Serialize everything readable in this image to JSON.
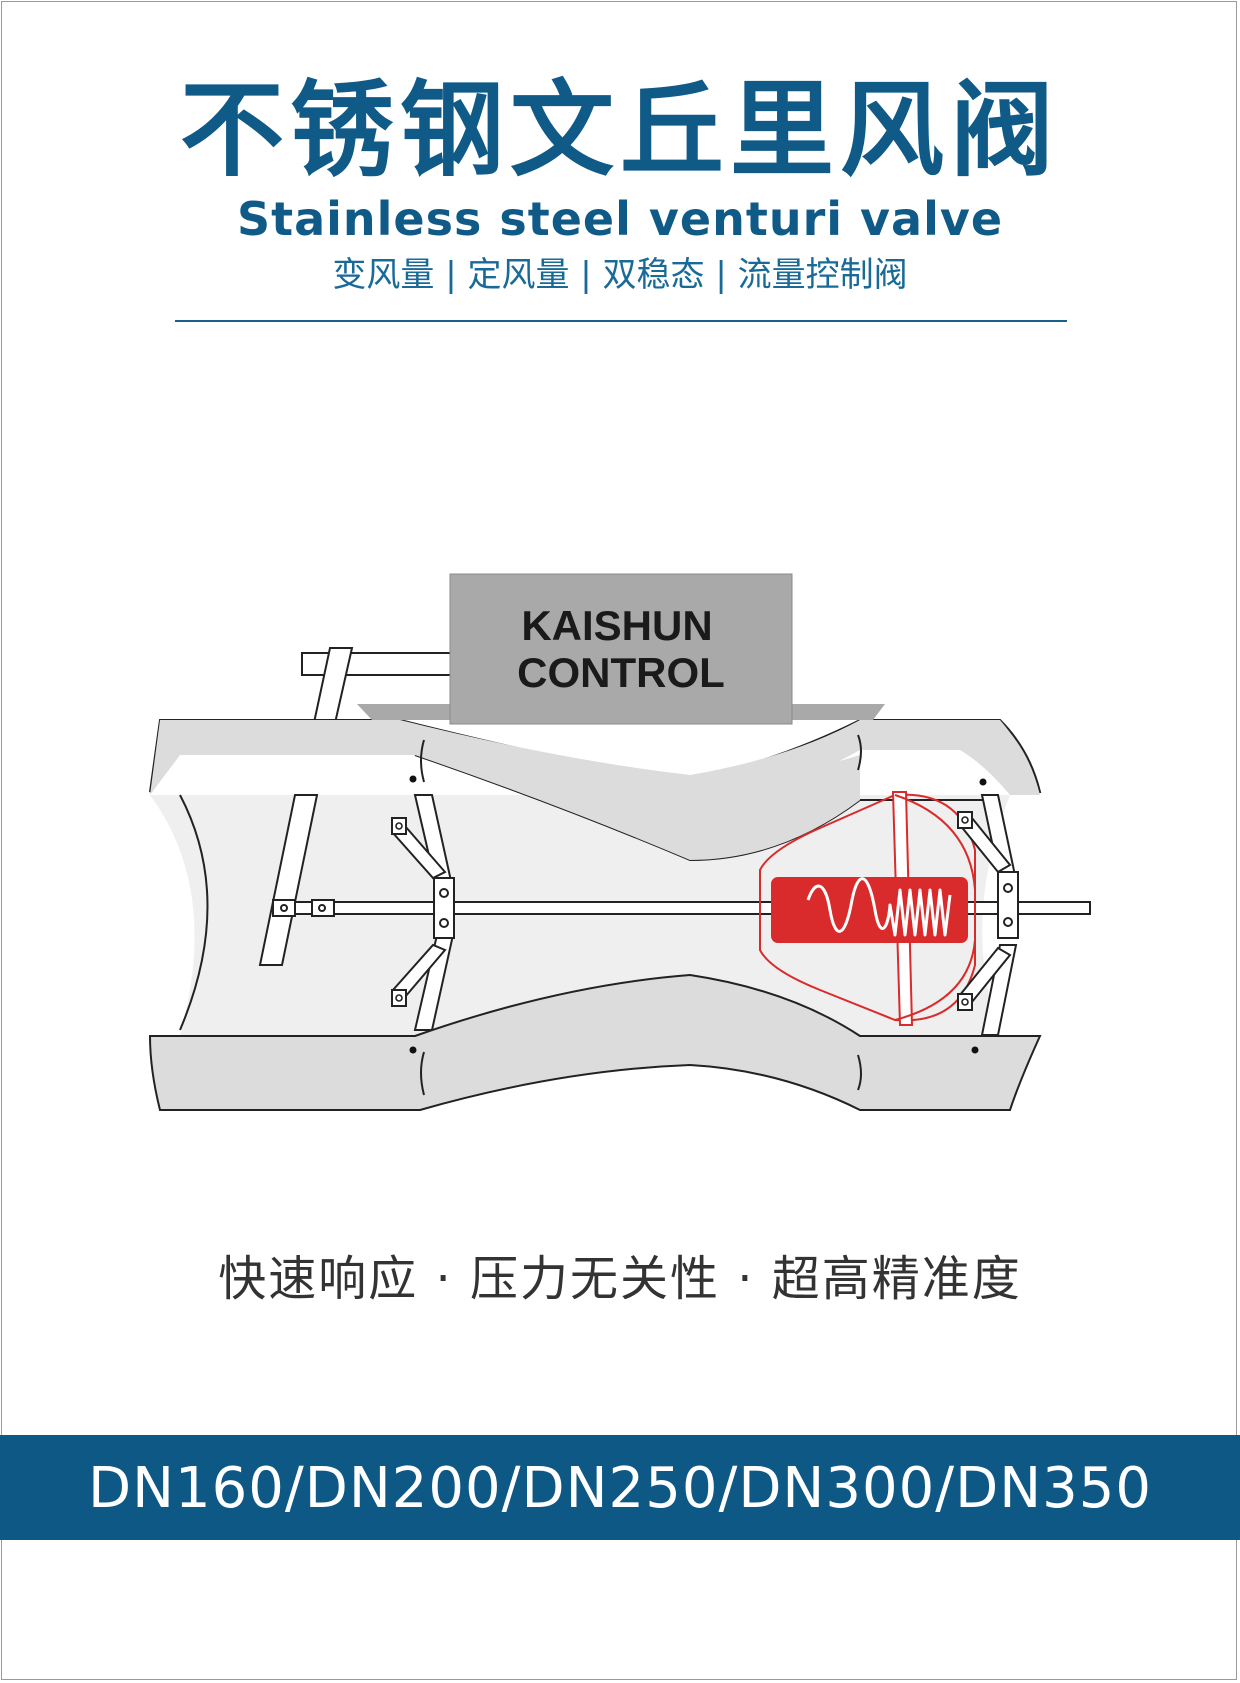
{
  "title_cn": "不锈钢文丘里风阀",
  "title_en": "Stainless steel venturi valve",
  "tagline": "变风量 | 定风量 | 双稳态 | 流量控制阀",
  "diagram": {
    "actuator_line1": "KAISHUN",
    "actuator_line2": "CONTROL"
  },
  "features": "快速响应 · 压力无关性 · 超高精准度",
  "sizes": "DN160/DN200/DN250/DN300/DN350",
  "colors": {
    "brand_blue": "#0f5a86",
    "band_blue": "#0e5886",
    "spring_red": "#d92b2b",
    "valve_gray": "#dcdcdc",
    "actuator_gray": "#a9a9a9"
  }
}
